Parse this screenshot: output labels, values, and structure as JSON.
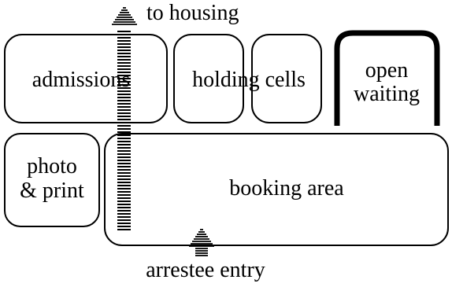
{
  "diagram": {
    "rooms": {
      "admissions": "admissions",
      "holding_cells": "holding cells",
      "open_waiting_line1": "open",
      "open_waiting_line2": "waiting",
      "photo_print_line1": "photo",
      "photo_print_line2": "& print",
      "booking_area": "booking area"
    },
    "labels": {
      "to_housing": "to housing",
      "arrestee_entry": "arrestee entry"
    }
  }
}
